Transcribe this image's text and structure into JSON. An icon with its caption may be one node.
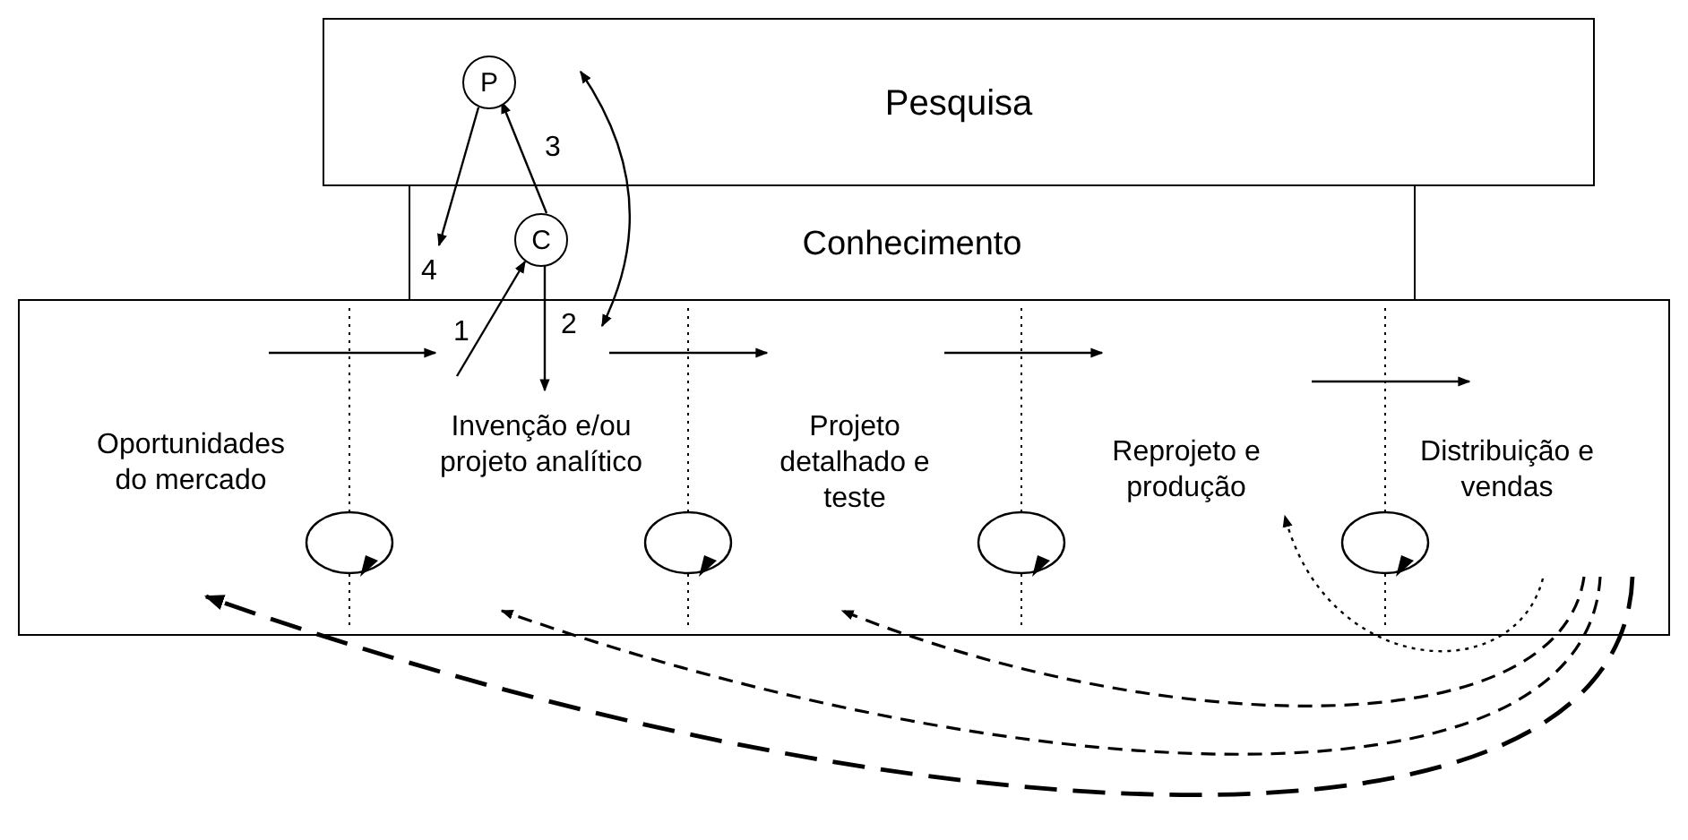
{
  "diagram": {
    "nodes": [
      {
        "text": [
          "Pesquisa"
        ]
      },
      {
        "text": [
          "Conhecimento"
        ]
      },
      {
        "text": [],
        "shape": "box"
      },
      {
        "text": [
          "P"
        ],
        "in": 0
      },
      {
        "text": [
          "C"
        ],
        "in": 1
      },
      {
        "text": [
          "Oportunidades do mercado"
        ],
        "in": 2
      },
      {
        "text": [
          "Invenção e/ou projeto analítico"
        ],
        "in": 2
      },
      {
        "text": [
          "Projeto detalhado e teste"
        ],
        "in": 2
      },
      {
        "text": [
          "Reprojeto e produção"
        ],
        "in": 2
      },
      {
        "text": [
          "Distribuição e vendas"
        ],
        "in": 2
      }
    ],
    "edges": [
      {
        "from": 5,
        "to": 6,
        "arrow": "to"
      },
      {
        "from": 6,
        "to": 7,
        "arrow": "to"
      },
      {
        "from": 7,
        "to": 8,
        "arrow": "to"
      },
      {
        "from": 8,
        "to": 9,
        "arrow": "to"
      },
      {
        "from": 6,
        "to": 4,
        "arrow": "to",
        "label": "1"
      },
      {
        "from": 4,
        "to": 6,
        "arrow": "to",
        "label": "2"
      },
      {
        "from": 4,
        "to": 3,
        "arrow": "to",
        "label": "3"
      },
      {
        "from": 3,
        "to": 1,
        "arrow": "to",
        "label": "4"
      },
      {
        "from": 0,
        "to": 2,
        "arrow": "both"
      },
      {
        "from": 9,
        "to": 8,
        "arrow": "to",
        "style": "dashed"
      },
      {
        "from": 9,
        "to": 7,
        "arrow": "to",
        "style": "dashed"
      },
      {
        "from": 9,
        "to": 6,
        "arrow": "to",
        "style": "dashed"
      },
      {
        "from": 9,
        "to": 5,
        "arrow": "to",
        "style": "dashed"
      }
    ]
  }
}
